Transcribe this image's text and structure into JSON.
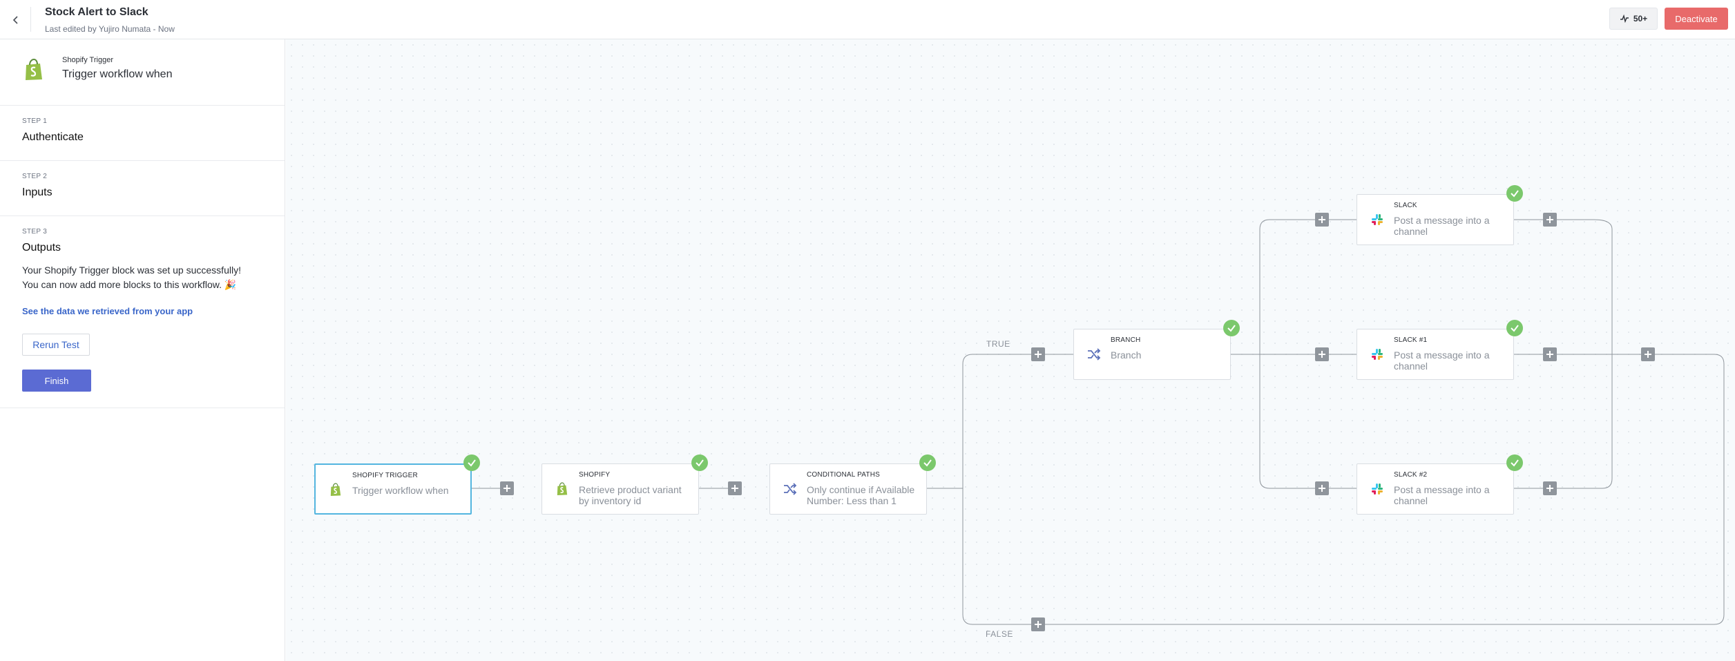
{
  "header": {
    "title": "Stock Alert to Slack",
    "subtitle": "Last edited by Yujiro Numata - Now",
    "runs_label": "50+",
    "deactivate_label": "Deactivate"
  },
  "sidebar": {
    "trigger_small": "Shopify Trigger",
    "trigger_big": "Trigger workflow when",
    "steps": [
      {
        "label": "STEP 1",
        "name": "Authenticate"
      },
      {
        "label": "STEP 2",
        "name": "Inputs"
      },
      {
        "label": "STEP 3",
        "name": "Outputs"
      }
    ],
    "output_msg_line1": "Your Shopify Trigger block was set up successfully!",
    "output_msg_line2": "You can now add more blocks to this workflow. 🎉",
    "data_link": "See the data we retrieved from your app",
    "rerun_label": "Rerun Test",
    "finish_label": "Finish"
  },
  "canvas": {
    "nodes": [
      {
        "id": "shopify-trigger",
        "type": "SHOPIFY TRIGGER",
        "text": "Trigger workflow when",
        "icon": "shopify-icon"
      },
      {
        "id": "shopify",
        "type": "SHOPIFY",
        "text": "Retrieve product variant by inventory id",
        "icon": "shopify-icon"
      },
      {
        "id": "conditional-paths",
        "type": "CONDITIONAL PATHS",
        "text": "Only continue if Available Number: Less than 1",
        "icon": "shuffle-icon"
      },
      {
        "id": "branch",
        "type": "BRANCH",
        "text": "Branch",
        "icon": "shuffle-icon"
      },
      {
        "id": "slack",
        "type": "SLACK",
        "text": "Post a message into a channel",
        "icon": "slack-icon"
      },
      {
        "id": "slack-1",
        "type": "SLACK #1",
        "text": "Post a message into a channel",
        "icon": "slack-icon"
      },
      {
        "id": "slack-2",
        "type": "SLACK #2",
        "text": "Post a message into a channel",
        "icon": "slack-icon"
      }
    ],
    "true_label": "TRUE",
    "false_label": "FALSE"
  },
  "colors": {
    "accent_blue": "#5b6bd3",
    "danger": "#e86a6a",
    "success": "#7bc86c",
    "link": "#3a66c9",
    "selected_border": "#53b5df"
  }
}
